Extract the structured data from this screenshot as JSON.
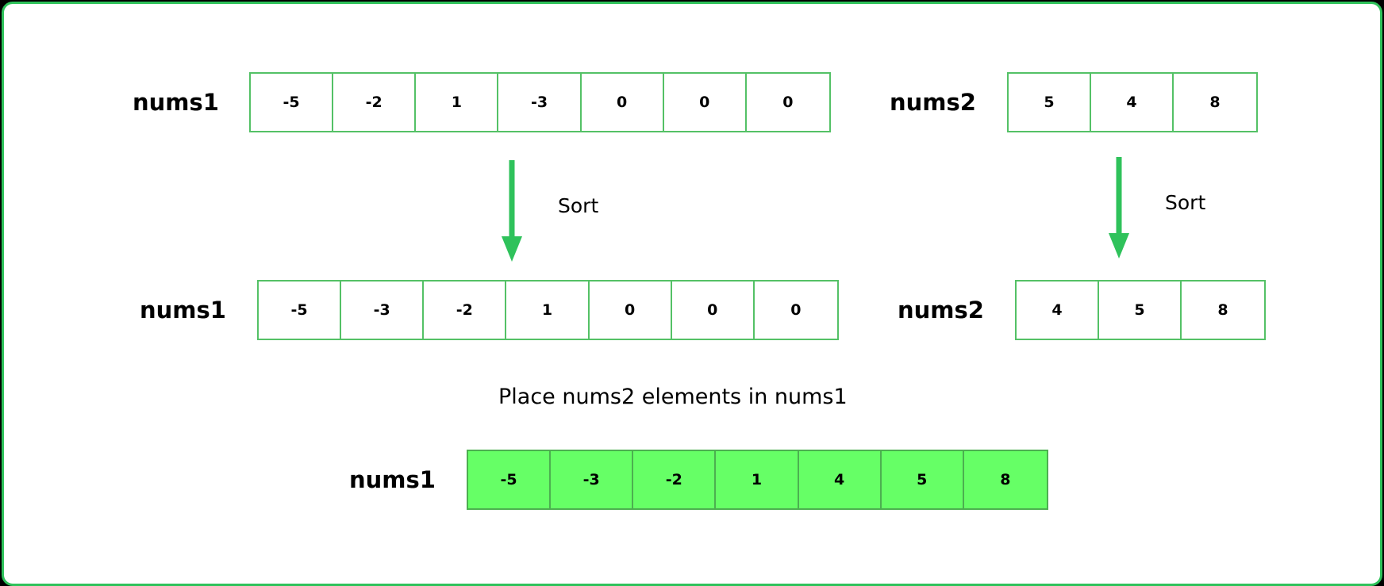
{
  "colors": {
    "accent": "#2fc25b",
    "cell_border": "#54c166",
    "fill": "#66ff66"
  },
  "row1": {
    "left": {
      "label": "nums1",
      "values": [
        "-5",
        "-2",
        "1",
        "-3",
        "0",
        "0",
        "0"
      ]
    },
    "right": {
      "label": "nums2",
      "values": [
        "5",
        "4",
        "8"
      ]
    }
  },
  "arrows": {
    "left_label": "Sort",
    "right_label": "Sort"
  },
  "row2": {
    "left": {
      "label": "nums1",
      "values": [
        "-5",
        "-3",
        "-2",
        "1",
        "0",
        "0",
        "0"
      ]
    },
    "right": {
      "label": "nums2",
      "values": [
        "4",
        "5",
        "8"
      ]
    }
  },
  "caption": "Place nums2 elements in nums1",
  "row3": {
    "label": "nums1",
    "values": [
      "-5",
      "-3",
      "-2",
      "1",
      "4",
      "5",
      "8"
    ]
  }
}
